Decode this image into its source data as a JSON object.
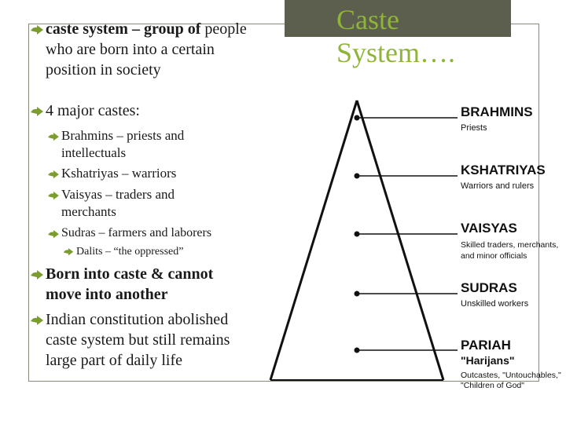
{
  "slide": {
    "title": "Caste System….",
    "accent_color": "#7a9e2e",
    "bullets": [
      {
        "level": 1,
        "text": "caste system – group of people who are born into a certain position in society",
        "bold_part": "caste system – group of"
      },
      {
        "level": 1,
        "text": "4 major castes:"
      },
      {
        "level": 2,
        "text": "Brahmins – priests and intellectuals"
      },
      {
        "level": 2,
        "text": "Kshatriyas – warriors"
      },
      {
        "level": 2,
        "text": "Vaisyas – traders and merchants"
      },
      {
        "level": 2,
        "text": "Sudras – farmers and laborers"
      },
      {
        "level": 3,
        "text": "Dalits – “the oppressed”"
      },
      {
        "level": 1,
        "text": "Born into caste & cannot move into another",
        "bold": true
      },
      {
        "level": 1,
        "text": "Indian constitution abolished caste system but still remains large part of daily life"
      }
    ]
  },
  "diagram": {
    "levels": [
      {
        "name": "BRAHMINS",
        "desc": [
          "Priests"
        ]
      },
      {
        "name": "KSHATRIYAS",
        "desc": [
          "Warriors and rulers"
        ]
      },
      {
        "name": "VAISYAS",
        "desc": [
          "Skilled traders, merchants,",
          "and minor officials"
        ]
      },
      {
        "name": "SUDRAS",
        "desc": [
          "Unskilled workers"
        ]
      },
      {
        "name": "PARIAH",
        "subname": "\"Harijans\"",
        "desc": [
          "Outcastes, \"Untouchables,\"",
          "\"Children of God\""
        ]
      }
    ]
  }
}
